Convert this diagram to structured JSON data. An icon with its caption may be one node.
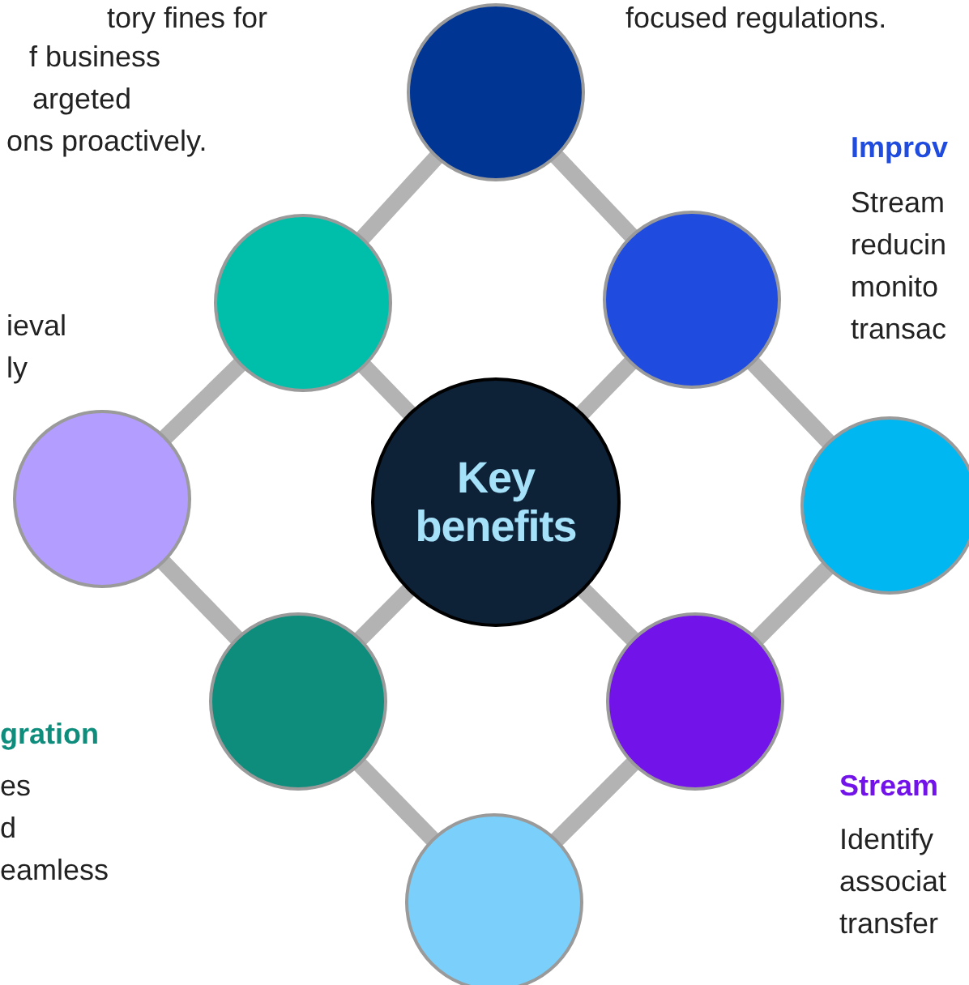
{
  "diagram": {
    "nodes": [
      {
        "text": [
          "Key benefits"
        ]
      },
      {
        "text": [],
        "shape": "circle"
      },
      {
        "text": [],
        "shape": "circle"
      },
      {
        "text": [],
        "shape": "circle"
      },
      {
        "text": [],
        "shape": "circle"
      },
      {
        "text": [],
        "shape": "circle"
      },
      {
        "text": [],
        "shape": "circle"
      },
      {
        "text": [],
        "shape": "circle"
      },
      {
        "text": [],
        "shape": "circle"
      }
    ],
    "edges": [
      {
        "from": 1,
        "to": 2,
        "arrow": "none"
      },
      {
        "from": 2,
        "to": 3,
        "arrow": "none"
      },
      {
        "from": 3,
        "to": 4,
        "arrow": "none"
      },
      {
        "from": 4,
        "to": 5,
        "arrow": "none"
      },
      {
        "from": 5,
        "to": 6,
        "arrow": "none"
      },
      {
        "from": 6,
        "to": 7,
        "arrow": "none"
      },
      {
        "from": 7,
        "to": 8,
        "arrow": "none"
      },
      {
        "from": 8,
        "to": 1,
        "arrow": "none"
      },
      {
        "from": 0,
        "to": 2,
        "arrow": "none"
      },
      {
        "from": 0,
        "to": 4,
        "arrow": "none"
      },
      {
        "from": 0,
        "to": 6,
        "arrow": "none"
      },
      {
        "from": 0,
        "to": 8,
        "arrow": "none"
      }
    ],
    "labels": [
      "tory fines for",
      "f business",
      "argeted",
      "ons proactively.",
      "focused regulations.",
      "Improv",
      "Stream",
      "reducin",
      "monito",
      "transac",
      "ieval",
      "ly",
      "gration",
      "es",
      "d",
      "eamless",
      "Stream",
      "Identify",
      "associat",
      "transfer"
    ]
  }
}
